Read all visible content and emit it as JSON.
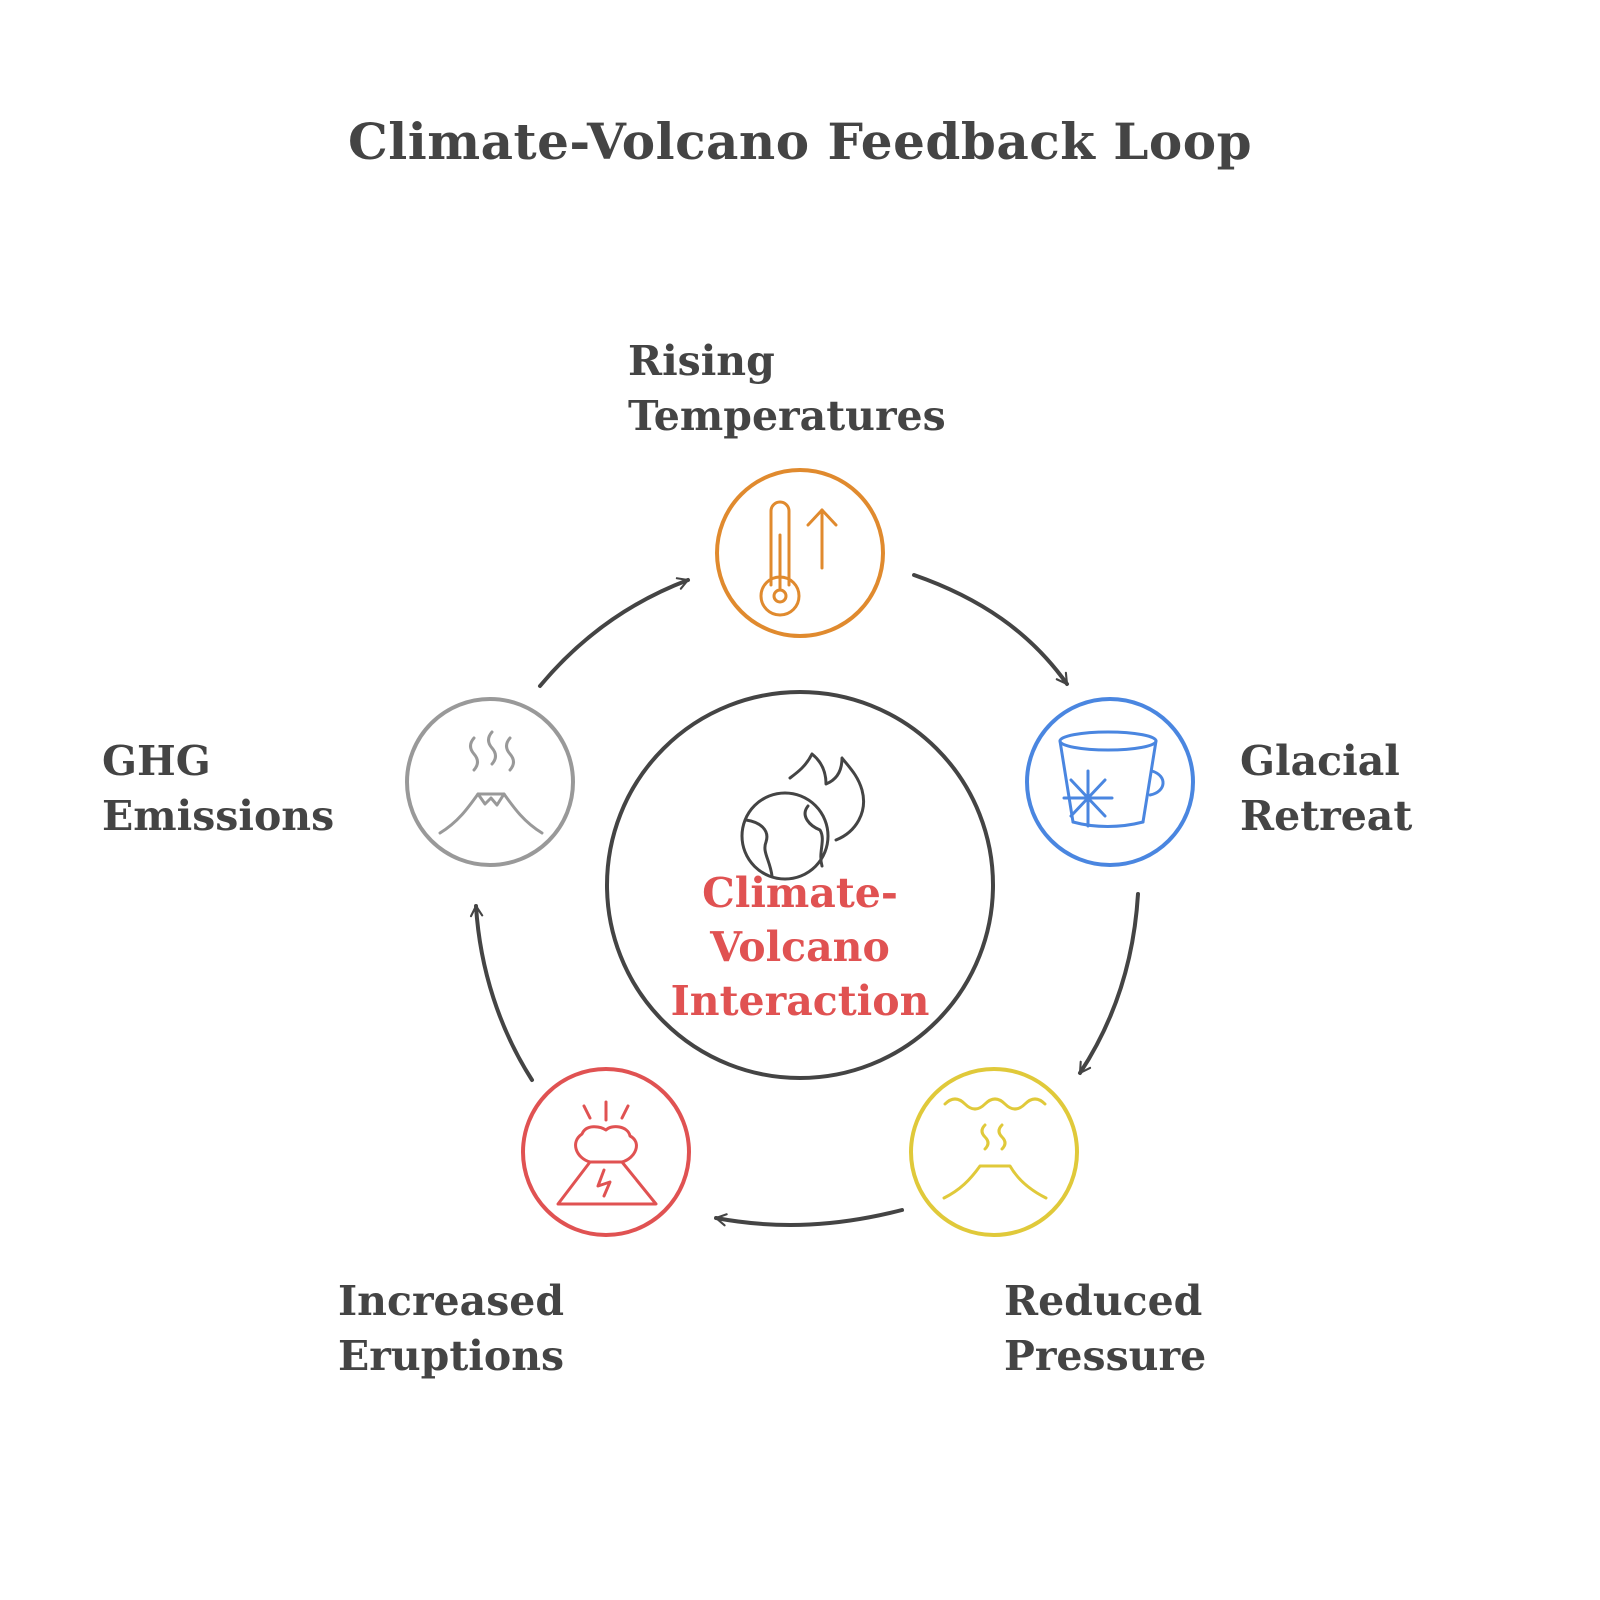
{
  "title": "Climate-Volcano Feedback Loop",
  "center": {
    "lines": [
      "Climate-",
      "Volcano",
      "Interaction"
    ],
    "color": "#e05252"
  },
  "nodes": [
    {
      "id": "rising-temperatures",
      "lines": [
        "Rising",
        "Temperatures"
      ],
      "icon": "thermometer-rising-icon",
      "color": "#e08a2e"
    },
    {
      "id": "glacial-retreat",
      "lines": [
        "Glacial",
        "Retreat"
      ],
      "icon": "melting-ice-bucket-icon",
      "color": "#4a86e0"
    },
    {
      "id": "reduced-pressure",
      "lines": [
        "Reduced",
        "Pressure"
      ],
      "icon": "submerged-volcano-icon",
      "color": "#e0c93a"
    },
    {
      "id": "increased-eruptions",
      "lines": [
        "Increased",
        "Eruptions"
      ],
      "icon": "erupting-volcano-icon",
      "color": "#e05252"
    },
    {
      "id": "ghg-emissions",
      "lines": [
        "GHG",
        "Emissions"
      ],
      "icon": "smoking-volcano-icon",
      "color": "#999999"
    }
  ],
  "colors": {
    "text": "#444444",
    "arrow": "#444444",
    "center_ring": "#444444"
  }
}
